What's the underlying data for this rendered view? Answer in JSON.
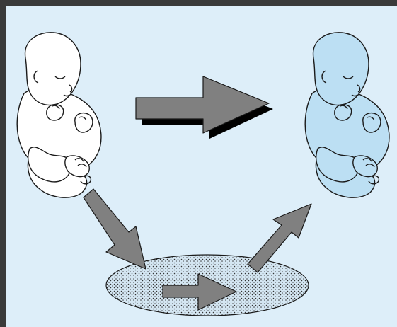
{
  "colors": {
    "frame": "#3a3a3a",
    "background": "#ddeef9",
    "baby_left_fill": "#ffffff",
    "baby_right_fill": "#bcdff3",
    "outline": "#1a1a1a",
    "arrow_fill": "#808080",
    "arrow_shadow": "#000000",
    "ellipse_fill": "#d4e6f2",
    "ellipse_dots": "#333333"
  },
  "icons": {
    "baby_left": "fetus-outline-white",
    "baby_right": "fetus-outline-blue",
    "main_arrow": "large-right-arrow-with-shadow",
    "down_arrow": "diagonal-down-arrow",
    "inner_arrow": "small-right-arrow",
    "up_arrow": "diagonal-up-arrow",
    "ellipse": "dotted-ellipse"
  }
}
